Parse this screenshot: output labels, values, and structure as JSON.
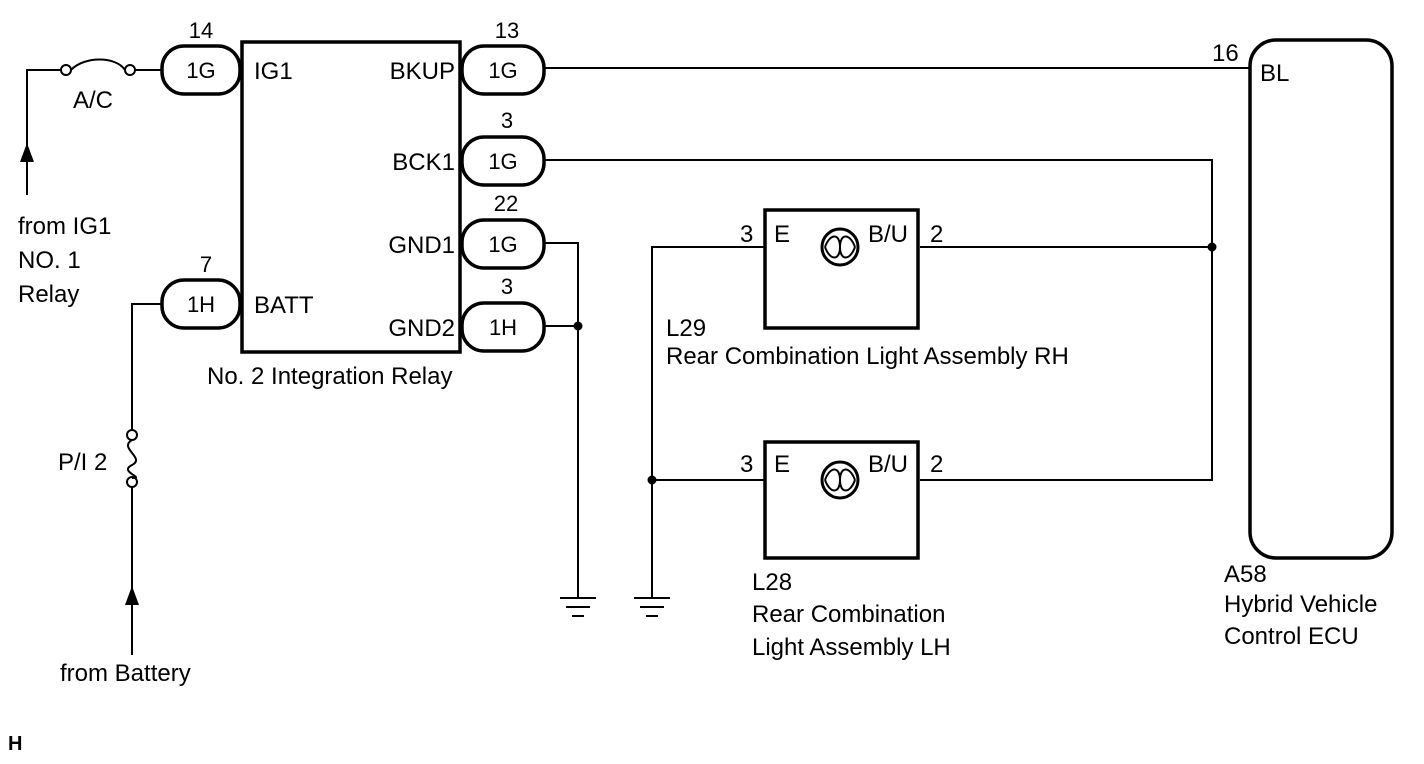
{
  "relay": {
    "name": "No. 2 Integration Relay",
    "pins": {
      "ig1": {
        "label": "IG1",
        "number": "14",
        "connector": "1G"
      },
      "batt": {
        "label": "BATT",
        "number": "7",
        "connector": "1H"
      },
      "bkup": {
        "label": "BKUP",
        "number": "13",
        "connector": "1G"
      },
      "bck1": {
        "label": "BCK1",
        "number": "3",
        "connector": "1G"
      },
      "gnd1": {
        "label": "GND1",
        "number": "22",
        "connector": "1G"
      },
      "gnd2": {
        "label": "GND2",
        "number": "3",
        "connector": "1H"
      }
    }
  },
  "fuses": {
    "ac": "A/C",
    "pi2": "P/I 2"
  },
  "sources": {
    "ig1": [
      "from IG1",
      "NO. 1",
      "Relay"
    ],
    "battery": "from Battery"
  },
  "lamp_rh": {
    "code": "L29",
    "name": "Rear Combination Light Assembly RH",
    "pin_e": "E",
    "pin_e_number": "3",
    "pin_bu": "B/U",
    "pin_bu_number": "2"
  },
  "lamp_lh": {
    "code": "L28",
    "name": [
      "Rear Combination",
      "Light Assembly LH"
    ],
    "pin_e": "E",
    "pin_e_number": "3",
    "pin_bu": "B/U",
    "pin_bu_number": "2"
  },
  "ecu": {
    "code": "A58",
    "name": [
      "Hybrid Vehicle",
      "Control ECU"
    ],
    "pin_label": "BL",
    "pin_number": "16"
  },
  "corner_mark": "H"
}
